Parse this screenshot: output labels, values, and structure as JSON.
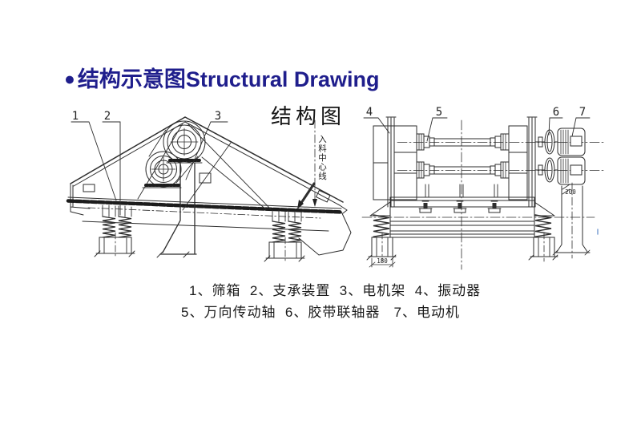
{
  "header": {
    "bullet": "●",
    "title_cn": "结构示意图",
    "title_en": "Structural Drawing"
  },
  "diagram": {
    "label": "结构图",
    "feed_centerline_label": "入料中心线",
    "callouts": {
      "c1": "1",
      "c2": "2",
      "c3": "3",
      "c4": "4",
      "c5": "5",
      "c6": "6",
      "c7": "7"
    },
    "dimensions": {
      "block_width": "180",
      "pedestal_width": "200"
    }
  },
  "legend": {
    "line1": "1、筛箱  2、支承装置  3、电机架  4、振动器",
    "line2": "5、万向传动轴  6、胶带联轴器   7、电动机"
  },
  "colors": {
    "title": "#1f1e8c",
    "line": "#2e2e2e"
  }
}
